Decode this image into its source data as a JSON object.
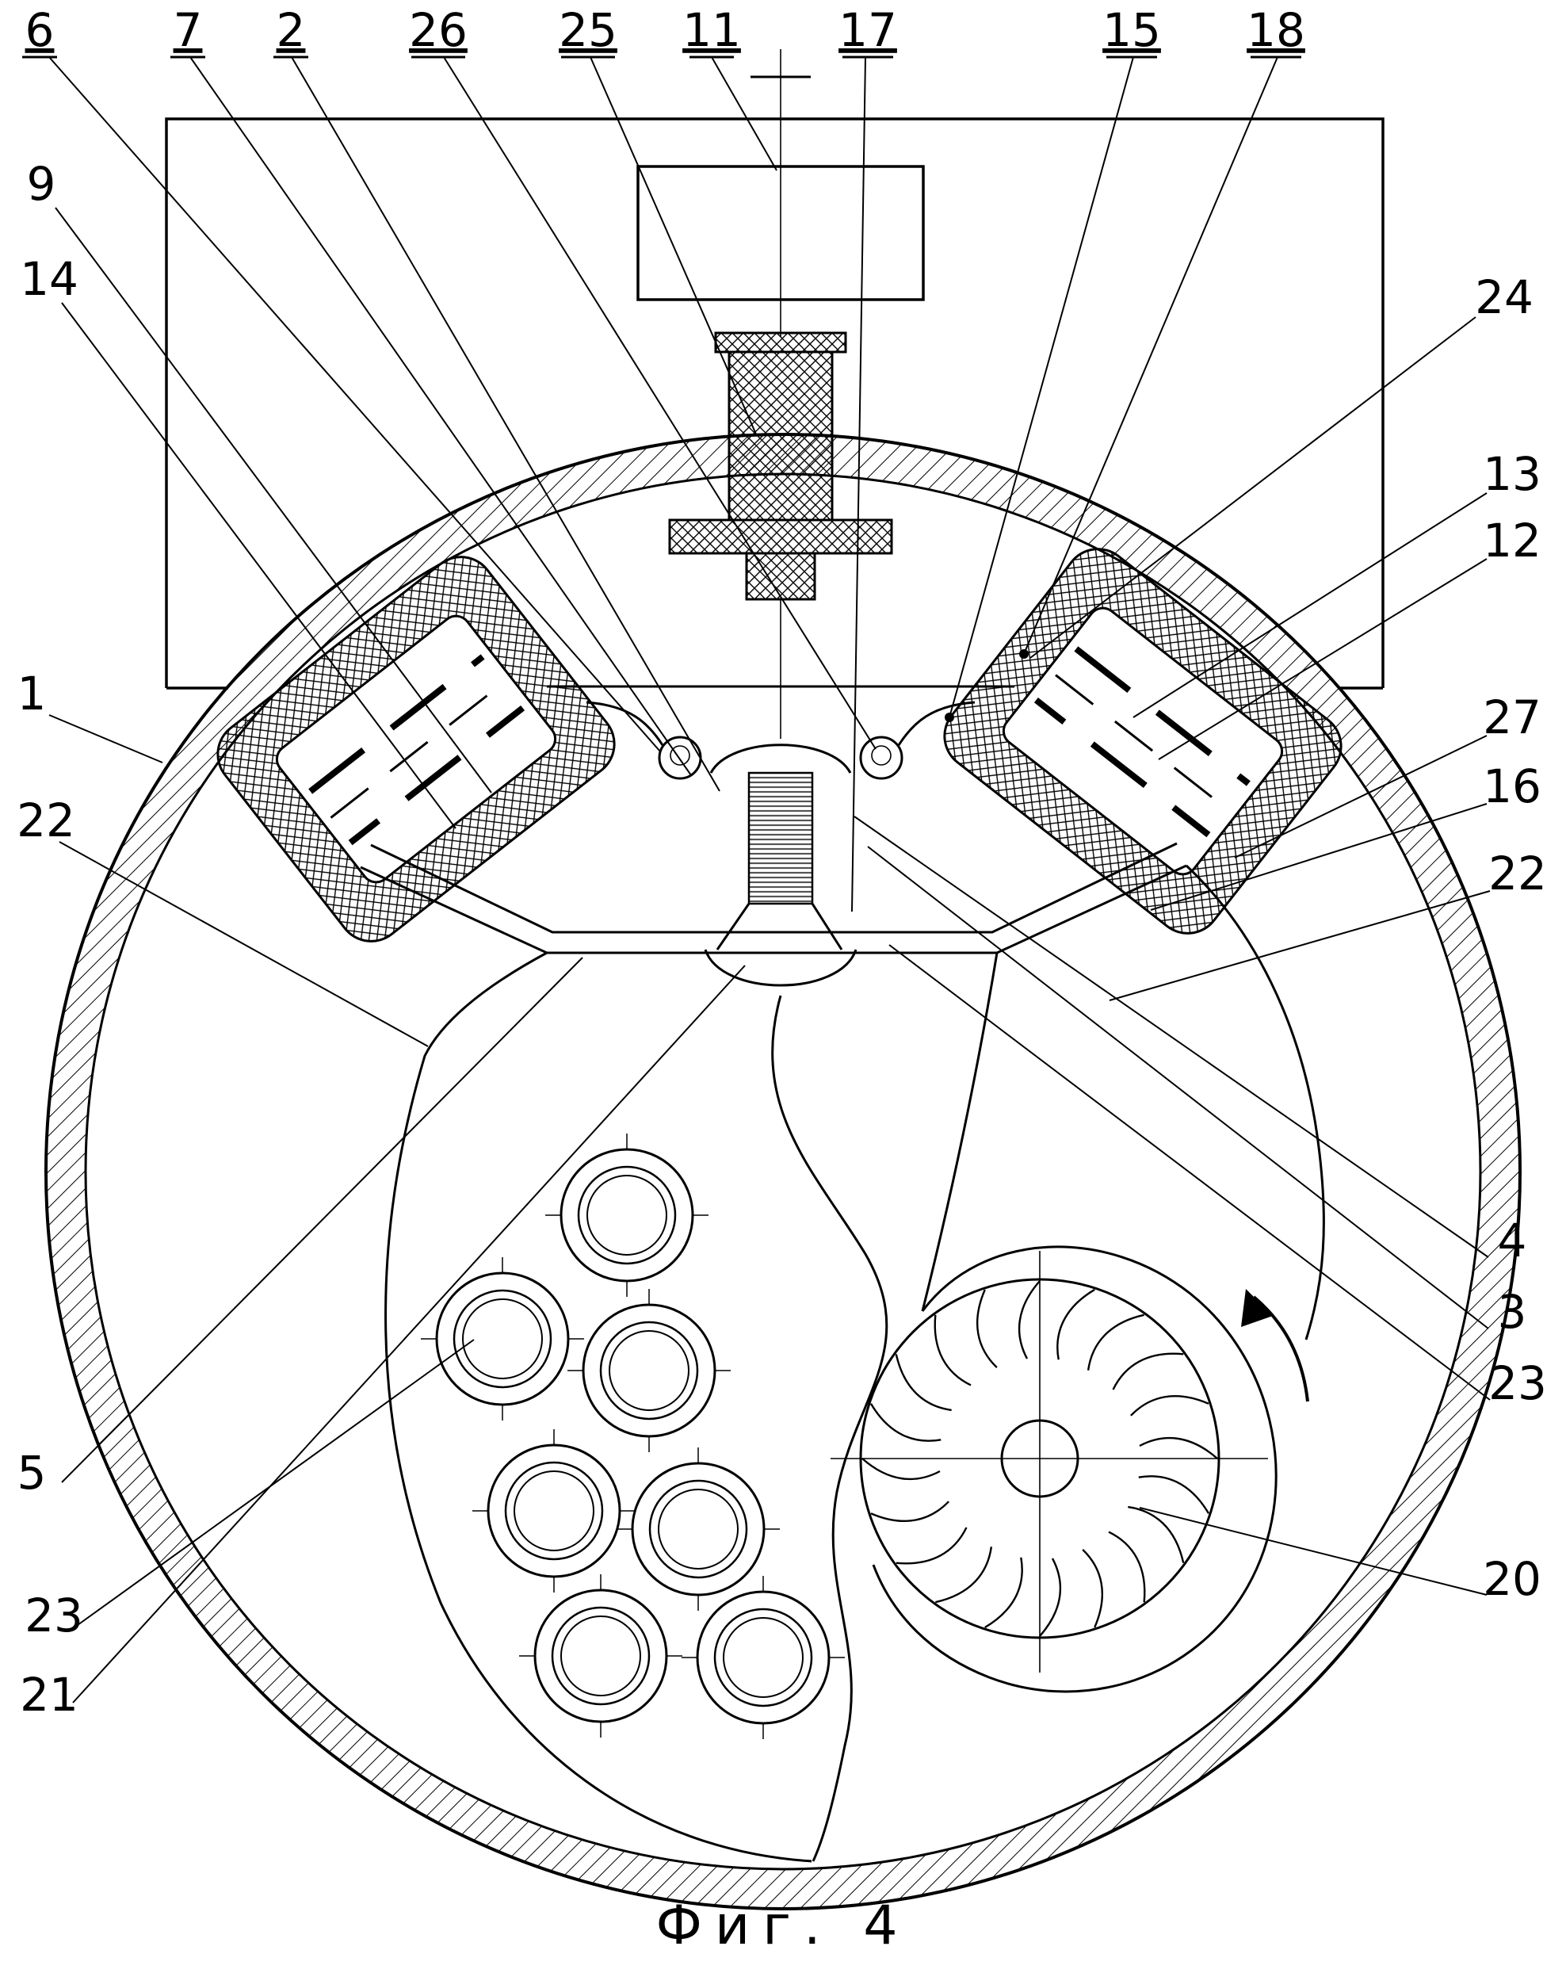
{
  "figure": {
    "caption": "Фиг. 4"
  },
  "callouts": [
    {
      "text": "6"
    },
    {
      "text": "7"
    },
    {
      "text": "2"
    },
    {
      "text": "26"
    },
    {
      "text": "25"
    },
    {
      "text": "11"
    },
    {
      "text": "17"
    },
    {
      "text": "15"
    },
    {
      "text": "18"
    },
    {
      "text": "9"
    },
    {
      "text": "14"
    },
    {
      "text": "1"
    },
    {
      "text": "22"
    },
    {
      "text": "5"
    },
    {
      "text": "23"
    },
    {
      "text": "21"
    },
    {
      "text": "24"
    },
    {
      "text": "13"
    },
    {
      "text": "12"
    },
    {
      "text": "27"
    },
    {
      "text": "16"
    },
    {
      "text": "22"
    },
    {
      "text": "4"
    },
    {
      "text": "3"
    },
    {
      "text": "23"
    },
    {
      "text": "20"
    }
  ],
  "colors": {
    "line": "#000000",
    "background": "#ffffff"
  }
}
